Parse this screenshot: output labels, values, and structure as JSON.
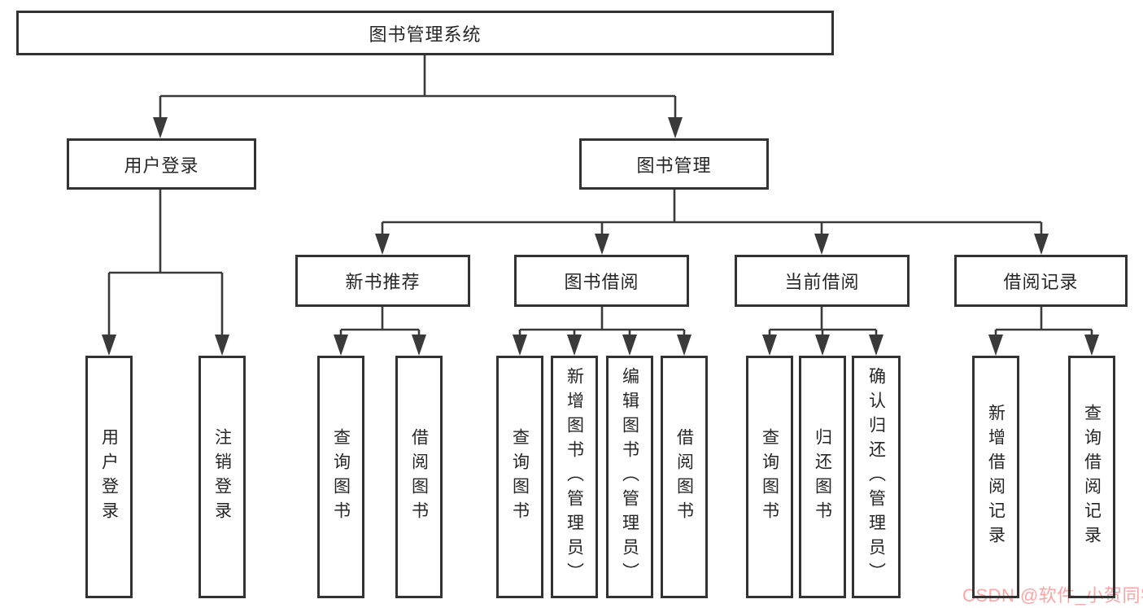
{
  "diagram": {
    "root": {
      "label": "图书管理系统"
    },
    "branches": [
      {
        "label": "用户登录",
        "children": [
          {
            "label": "用户登录"
          },
          {
            "label": "注销登录"
          }
        ]
      },
      {
        "label": "图书管理",
        "children": [
          {
            "label": "新书推荐",
            "children": [
              {
                "label": "查询图书"
              },
              {
                "label": "借阅图书"
              }
            ]
          },
          {
            "label": "图书借阅",
            "children": [
              {
                "label": "查询图书"
              },
              {
                "label": "新增图书（管理员）"
              },
              {
                "label": "编辑图书（管理员）"
              },
              {
                "label": "借阅图书"
              }
            ]
          },
          {
            "label": "当前借阅",
            "children": [
              {
                "label": "查询图书"
              },
              {
                "label": "归还图书"
              },
              {
                "label": "确认归还（管理员）"
              }
            ]
          },
          {
            "label": "借阅记录",
            "children": [
              {
                "label": "新增借阅记录"
              },
              {
                "label": "查询借阅记录"
              }
            ]
          }
        ]
      }
    ]
  },
  "watermark": {
    "text": "CSDN @软件_小贺同学",
    "color": "#fba5a5"
  },
  "colors": {
    "line": "#3a3a3a",
    "box_border": "#333333",
    "text": "#262626",
    "background": "#ffffff"
  }
}
